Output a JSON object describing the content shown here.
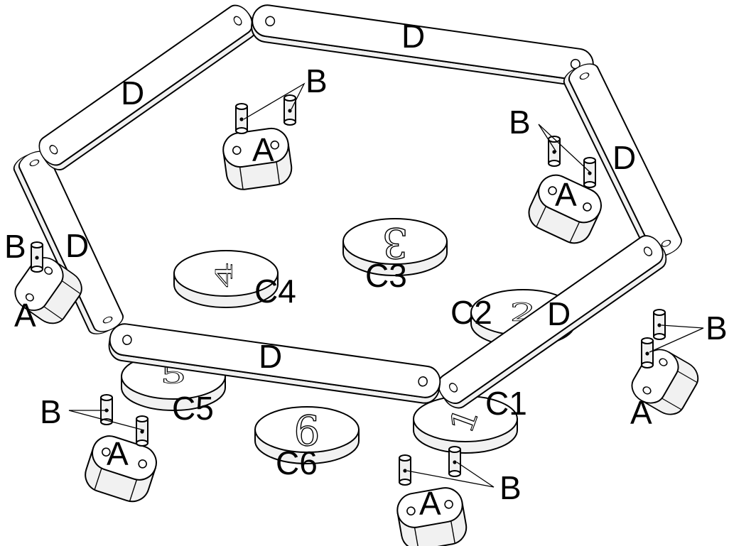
{
  "labels": {
    "d": "D",
    "a": "A",
    "b": "B",
    "c1": "C1",
    "c2": "C2",
    "c3": "C3",
    "c4": "C4",
    "c5": "C5",
    "c6": "C6"
  },
  "disc_glyphs": {
    "disc1": "1",
    "disc2": "2",
    "disc3": "3",
    "disc4": "4",
    "disc5": "5",
    "disc6": "6"
  }
}
